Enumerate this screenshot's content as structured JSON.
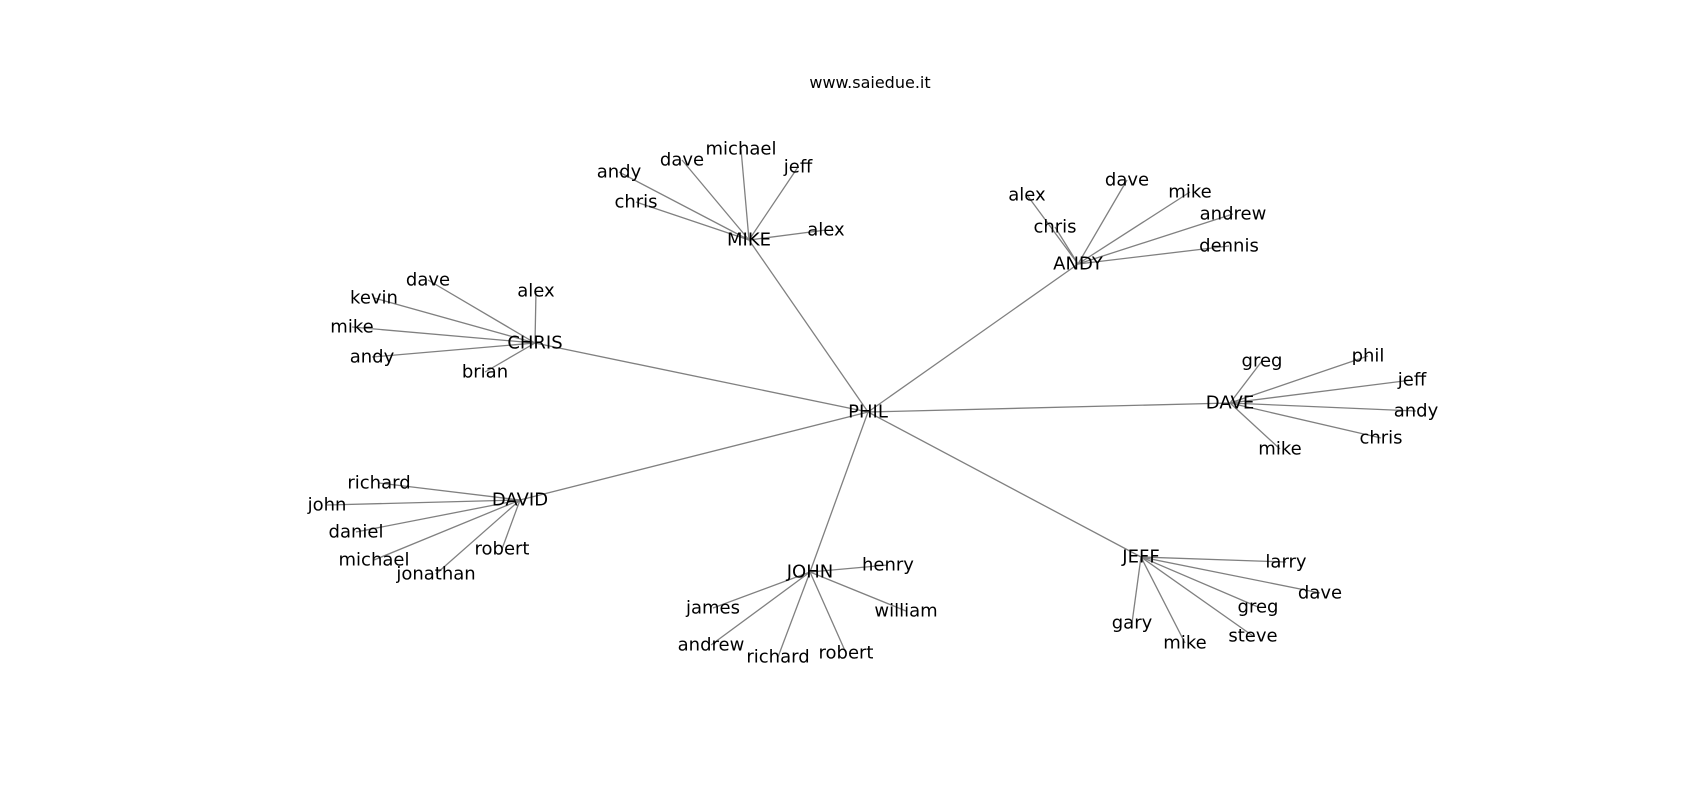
{
  "title": "www.saiedue.it",
  "edge_color": "#808080",
  "text_color": "#000000",
  "root": "PHIL",
  "groups": [
    {
      "hub": "MIKE",
      "leaves": [
        "andy",
        "dave",
        "michael",
        "jeff",
        "chris",
        "alex"
      ]
    },
    {
      "hub": "ANDY",
      "leaves": [
        "alex",
        "dave",
        "mike",
        "andrew",
        "chris",
        "dennis"
      ]
    },
    {
      "hub": "CHRIS",
      "leaves": [
        "dave",
        "alex",
        "kevin",
        "mike",
        "andy",
        "brian"
      ]
    },
    {
      "hub": "DAVE",
      "leaves": [
        "greg",
        "phil",
        "jeff",
        "andy",
        "chris",
        "mike"
      ]
    },
    {
      "hub": "DAVID",
      "leaves": [
        "richard",
        "john",
        "daniel",
        "michael",
        "jonathan",
        "robert"
      ]
    },
    {
      "hub": "JOHN",
      "leaves": [
        "henry",
        "james",
        "william",
        "andrew",
        "richard",
        "robert"
      ]
    },
    {
      "hub": "JEFF",
      "leaves": [
        "larry",
        "dave",
        "greg",
        "gary",
        "mike",
        "steve"
      ]
    }
  ]
}
